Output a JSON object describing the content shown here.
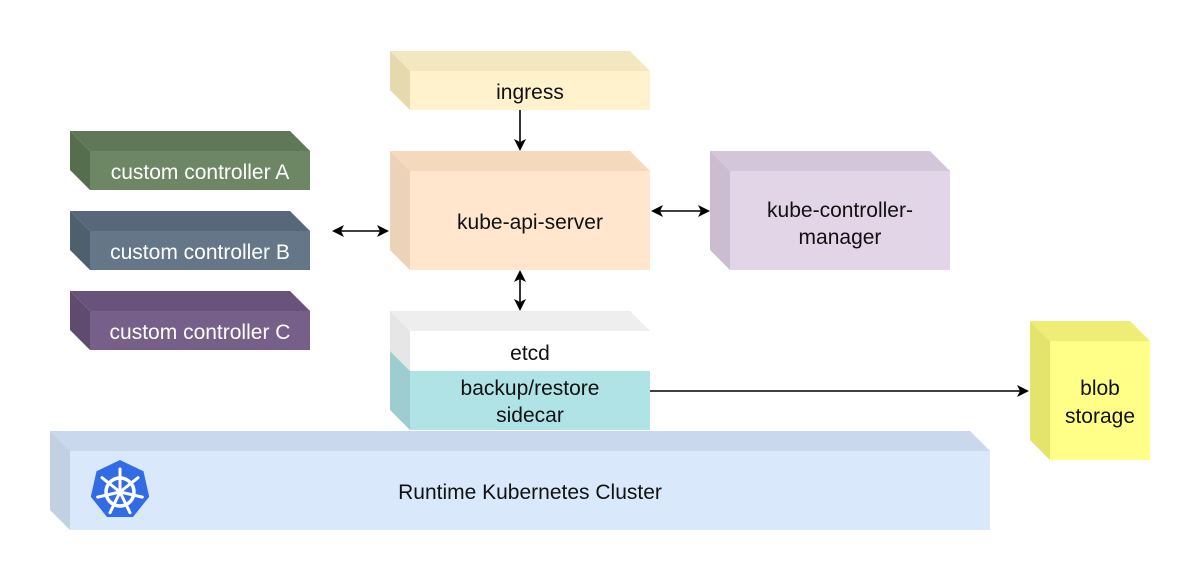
{
  "nodes": {
    "ingress": {
      "label": "ingress",
      "face": "#fff2cc",
      "top": "#f3e7bf",
      "side": "#e6d9ad"
    },
    "api_server": {
      "label": "kube-api-server",
      "face": "#ffe6cc",
      "top": "#f5d9bc",
      "side": "#ecd2b6"
    },
    "controller_manager": {
      "label_line1": "kube-controller-",
      "label_line2": "manager",
      "face": "#e1d5e7",
      "top": "#d4c6da",
      "side": "#cbbcd2"
    },
    "controller_a": {
      "label": "custom controller A",
      "face": "#6d8764",
      "top": "#5f7857",
      "side": "#566d4e",
      "text_color": "#ffffff"
    },
    "controller_b": {
      "label": "custom controller B",
      "face": "#647687",
      "top": "#566879",
      "side": "#4e5f6e",
      "text_color": "#ffffff"
    },
    "controller_c": {
      "label": "custom controller C",
      "face": "#76608a",
      "top": "#68537b",
      "side": "#5f4b70",
      "text_color": "#ffffff"
    },
    "etcd": {
      "label": "etcd",
      "face": "#ffffff",
      "top": "#eeeeee",
      "side": "#e6e6e6"
    },
    "sidecar": {
      "label_line1": "backup/restore",
      "label_line2": "sidecar",
      "face": "#b0e3e6",
      "side": "#9dcdd0"
    },
    "blob_storage": {
      "label_line1": "blob",
      "label_line2": "storage",
      "face": "#ffff88",
      "top": "#eeee77",
      "side": "#e4e46c"
    },
    "cluster": {
      "label": "Runtime Kubernetes Cluster",
      "face": "#dae8fc",
      "top": "#c9d8ec",
      "side": "#c2d0e3"
    }
  },
  "icons": {
    "kubernetes": {
      "name": "kubernetes-helm-icon",
      "color": "#326ce5"
    }
  },
  "colors": {
    "text": "#111111",
    "arrow": "#000000"
  }
}
